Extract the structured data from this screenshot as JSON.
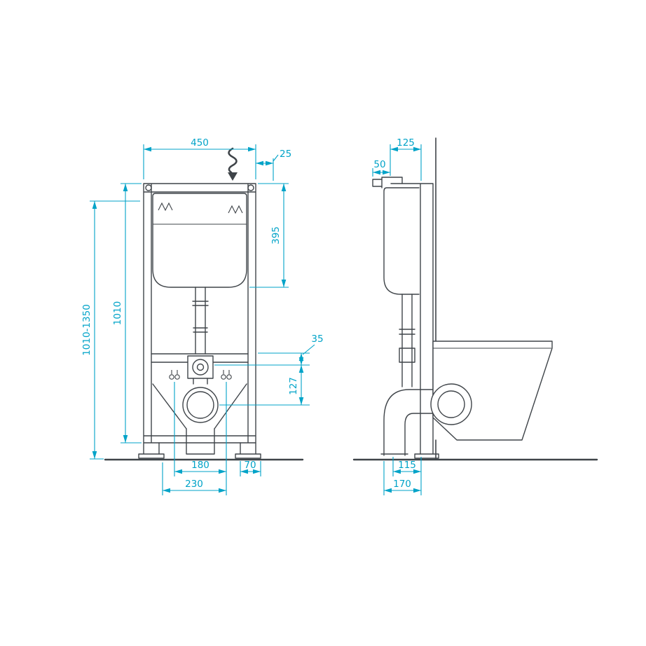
{
  "drawing": {
    "colors": {
      "dimension": "#00a3c8",
      "line": "#3f4449",
      "background": "#ffffff"
    },
    "views": {
      "front": {
        "dimensions": {
          "frame_width": "450",
          "top_offset": "25",
          "cistern_height": "395",
          "frame_height": "1010",
          "installation_height": "1010-1350",
          "flush_bend_offset": "35",
          "outlet_height": "127",
          "fixing_bolt_spacing": "180",
          "leg_width": "70",
          "outlet_spacing": "230"
        }
      },
      "side": {
        "dimensions": {
          "frame_depth": "125",
          "button_housing_depth": "50",
          "outlet_floor_distance": "115",
          "base_depth": "170"
        }
      }
    }
  }
}
